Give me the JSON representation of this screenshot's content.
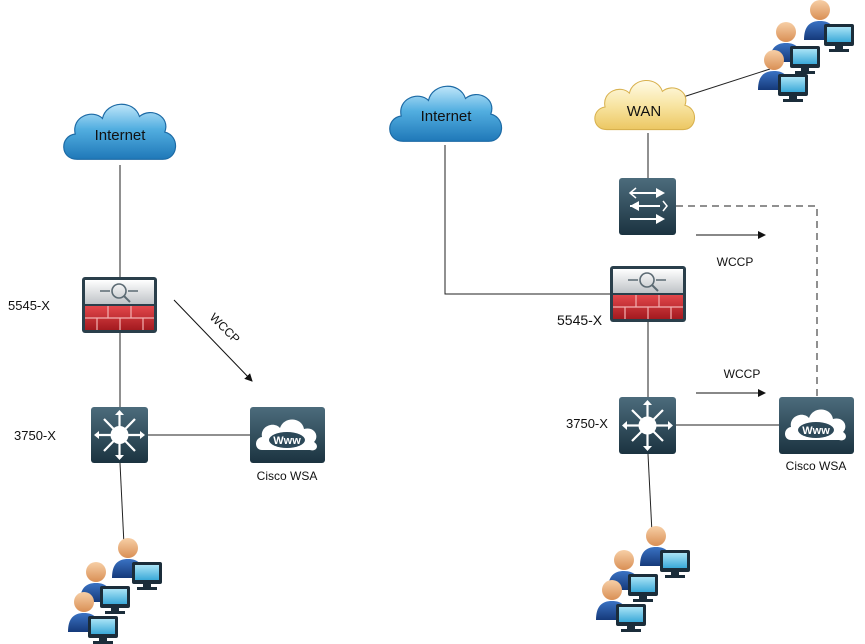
{
  "left": {
    "cloud": "Internet",
    "firewall": "5545-X",
    "switch": "3750-X",
    "protocol": "WCCP",
    "appliance": "Cisco WSA"
  },
  "right": {
    "cloud_internet": "Internet",
    "cloud_wan": "WAN",
    "firewall": "5545-X",
    "switch": "3750-X",
    "protocol_top": "WCCP",
    "protocol_bottom": "WCCP",
    "appliance": "Cisco WSA"
  },
  "colors": {
    "internet_cloud": "#2e8fcf",
    "wan_cloud": "#f3d67c",
    "firewall_red": "#c6262b",
    "device_dark": "#24404e",
    "user_head": "#eeb17c",
    "user_body": "#1d4f9e",
    "monitor": "#6ec7ea"
  },
  "icons": [
    "cloud-icon",
    "firewall-icon",
    "multilayer-switch-icon",
    "router-switch-icon",
    "web-security-appliance-icon",
    "user-group-icon"
  ]
}
